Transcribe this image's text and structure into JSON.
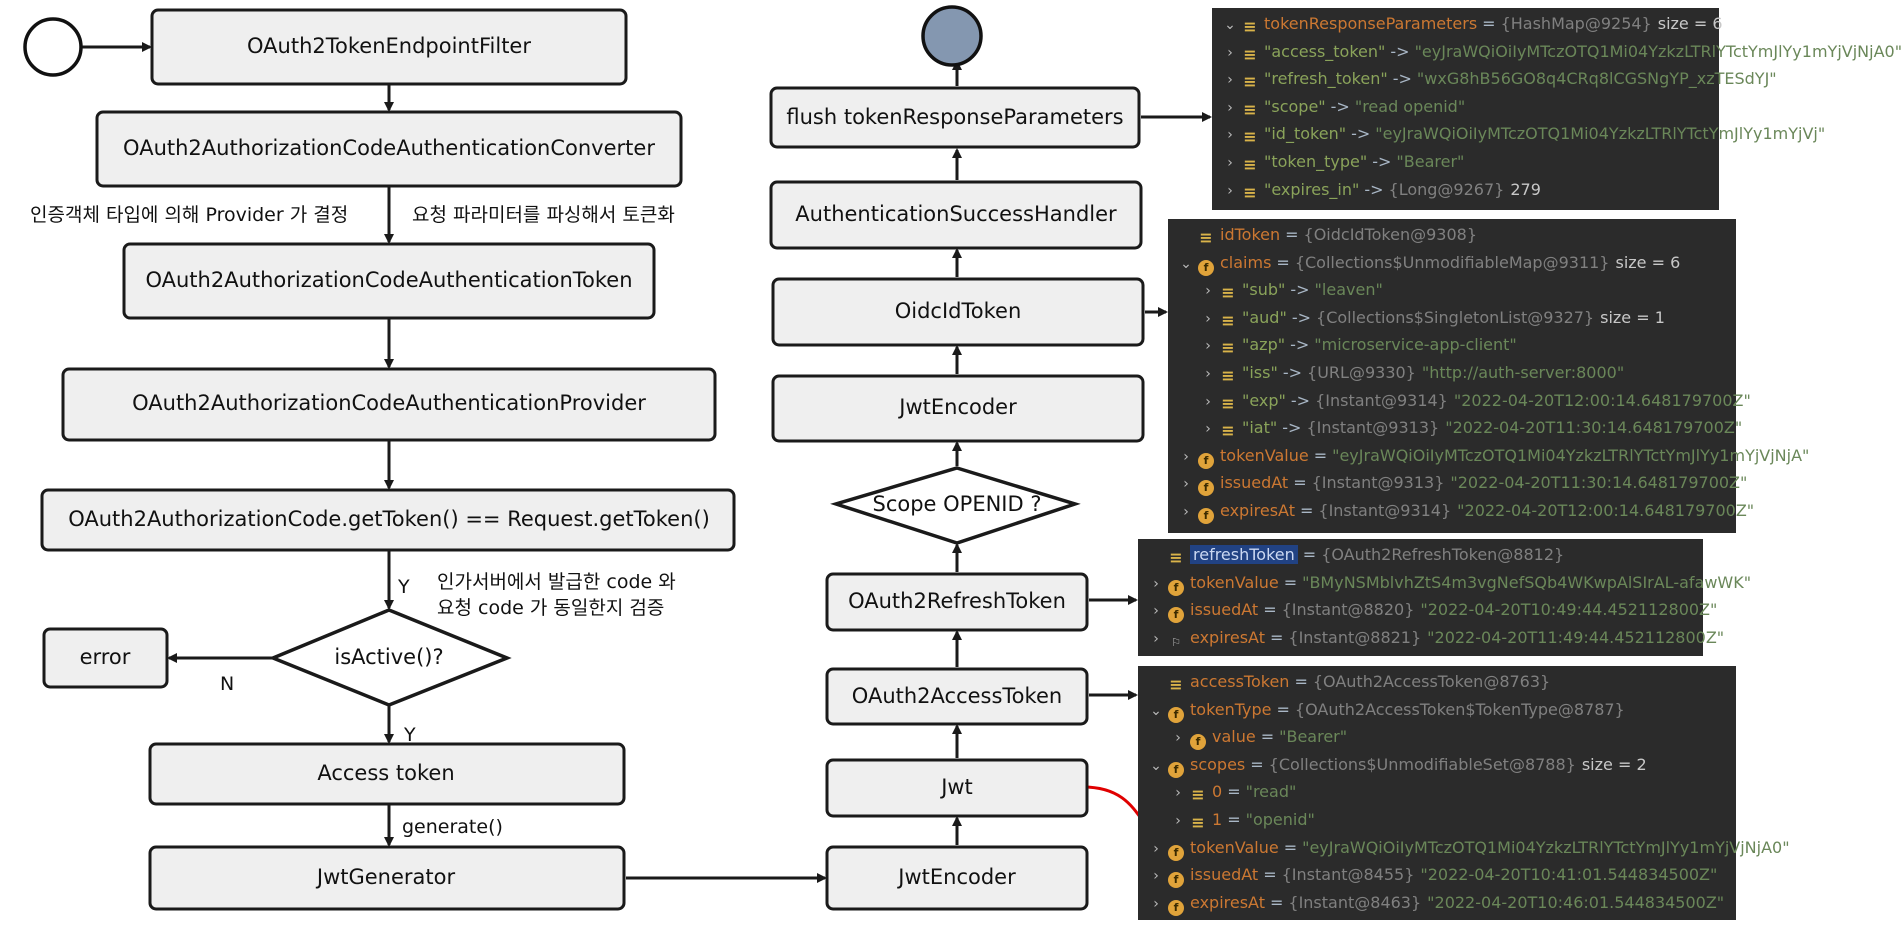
{
  "flow": {
    "endpoint_filter": "OAuth2TokenEndpointFilter",
    "converter": "OAuth2AuthorizationCodeAuthenticationConverter",
    "note_provider": "인증객체 타입에 의해 Provider 가 결정",
    "note_parse": "요청 파라미터를 파싱해서 토큰화",
    "auth_token": "OAuth2AuthorizationCodeAuthenticationToken",
    "provider": "OAuth2AuthorizationCodeAuthenticationProvider",
    "compare": "OAuth2AuthorizationCode.getToken() == Request.getToken()",
    "y_label_1": "Y",
    "verify_note_1": "인가서버에서 발급한 code 와",
    "verify_note_2": "요청 code 가 동일한지 검증",
    "is_active": "isActive()?",
    "error": "error",
    "n_label": "N",
    "y_label_2": "Y",
    "access_token": "Access token",
    "generate": "generate()",
    "jwt_generator": "JwtGenerator",
    "jwt_encoder_1": "JwtEncoder",
    "jwt": "Jwt",
    "oauth2_access_token": "OAuth2AccessToken",
    "oauth2_refresh_token": "OAuth2RefreshToken",
    "scope_openid": "Scope OPENID ?",
    "jwt_encoder_2": "JwtEncoder",
    "oidc_id_token": "OidcIdToken",
    "success_handler": "AuthenticationSuccessHandler",
    "flush": "flush tokenResponseParameters"
  },
  "debug_token_response": {
    "rows": [
      {
        "chev": "v",
        "icon": "list",
        "name": "tokenResponseParameters",
        "sep": "=",
        "ref": "{HashMap@9254}",
        "value": "size = 6",
        "hl": false,
        "str": false
      },
      {
        "chev": ">",
        "icon": "list",
        "name": "\"access_token\"",
        "sep": "->",
        "ref": "",
        "value": "\"eyJraWQiOiIyMTczOTQ1Mi04YzkzLTRlYTctYmJlYy1mYjVjNjA0\"",
        "hl": false,
        "str": true
      },
      {
        "chev": ">",
        "icon": "list",
        "name": "\"refresh_token\"",
        "sep": "->",
        "ref": "",
        "value": "\"wxG8hB56GO8q4CRq8lCGSNgYP_xzTESdYJ\"",
        "hl": false,
        "str": true
      },
      {
        "chev": ">",
        "icon": "list",
        "name": "\"scope\"",
        "sep": "->",
        "ref": "",
        "value": "\"read openid\"",
        "hl": false,
        "str": true
      },
      {
        "chev": ">",
        "icon": "list",
        "name": "\"id_token\"",
        "sep": "->",
        "ref": "",
        "value": "\"eyJraWQiOiIyMTczOTQ1Mi04YzkzLTRlYTctYmJlYy1mYjVj\"",
        "hl": false,
        "str": true
      },
      {
        "chev": ">",
        "icon": "list",
        "name": "\"token_type\"",
        "sep": "->",
        "ref": "",
        "value": "\"Bearer\"",
        "hl": false,
        "str": true
      },
      {
        "chev": ">",
        "icon": "list",
        "name": "\"expires_in\"",
        "sep": "->",
        "ref": "{Long@9267}",
        "value": "279",
        "hl": false,
        "str": true
      }
    ]
  },
  "debug_id_token": {
    "rows": [
      {
        "chev": "",
        "icon": "list",
        "name": "idToken",
        "sep": "=",
        "ref": "{OidcIdToken@9308}",
        "value": "",
        "hl": false,
        "str": false
      },
      {
        "chev": "v",
        "icon": "f",
        "name": "claims",
        "sep": "=",
        "ref": "{Collections$UnmodifiableMap@9311}",
        "value": "size = 6",
        "hl": false,
        "str": false
      },
      {
        "chev": ">",
        "icon": "list",
        "name": "\"sub\"",
        "sep": "->",
        "ref": "",
        "value": "\"leaven\"",
        "hl": false,
        "str": true,
        "indent": 1
      },
      {
        "chev": ">",
        "icon": "list",
        "name": "\"aud\"",
        "sep": "->",
        "ref": "{Collections$SingletonList@9327}",
        "value": "size = 1",
        "hl": false,
        "str": true,
        "indent": 1
      },
      {
        "chev": ">",
        "icon": "list",
        "name": "\"azp\"",
        "sep": "->",
        "ref": "",
        "value": "\"microservice-app-client\"",
        "hl": false,
        "str": true,
        "indent": 1
      },
      {
        "chev": ">",
        "icon": "list",
        "name": "\"iss\"",
        "sep": "->",
        "ref": "{URL@9330}",
        "value": "\"http://auth-server:8000\"",
        "hl": false,
        "str": true,
        "indent": 1
      },
      {
        "chev": ">",
        "icon": "list",
        "name": "\"exp\"",
        "sep": "->",
        "ref": "{Instant@9314}",
        "value": "\"2022-04-20T12:00:14.648179700Z\"",
        "hl": false,
        "str": true,
        "indent": 1
      },
      {
        "chev": ">",
        "icon": "list",
        "name": "\"iat\"",
        "sep": "->",
        "ref": "{Instant@9313}",
        "value": "\"2022-04-20T11:30:14.648179700Z\"",
        "hl": false,
        "str": true,
        "indent": 1
      },
      {
        "chev": ">",
        "icon": "f",
        "name": "tokenValue",
        "sep": "=",
        "ref": "",
        "value": "\"eyJraWQiOiIyMTczOTQ1Mi04YzkzLTRlYTctYmJlYy1mYjVjNjA\"",
        "hl": false,
        "str": false
      },
      {
        "chev": ">",
        "icon": "f",
        "name": "issuedAt",
        "sep": "=",
        "ref": "{Instant@9313}",
        "value": "\"2022-04-20T11:30:14.648179700Z\"",
        "hl": false,
        "str": false
      },
      {
        "chev": ">",
        "icon": "f",
        "name": "expiresAt",
        "sep": "=",
        "ref": "{Instant@9314}",
        "value": "\"2022-04-20T12:00:14.648179700Z\"",
        "hl": false,
        "str": false
      }
    ]
  },
  "debug_refresh_token": {
    "rows": [
      {
        "chev": "",
        "icon": "list",
        "name": "refreshToken",
        "sep": "=",
        "ref": "{OAuth2RefreshToken@8812}",
        "value": "",
        "hl": true,
        "str": false
      },
      {
        "chev": ">",
        "icon": "f",
        "name": "tokenValue",
        "sep": "=",
        "ref": "",
        "value": "\"BMyNSMblvhZtS4m3vgNefSQb4WKwpAlSIrAL-afawWK\"",
        "hl": false,
        "str": false
      },
      {
        "chev": ">",
        "icon": "f",
        "name": "issuedAt",
        "sep": "=",
        "ref": "{Instant@8820}",
        "value": "\"2022-04-20T10:49:44.452112800Z\"",
        "hl": false,
        "str": false
      },
      {
        "chev": ">",
        "icon": "p",
        "name": "expiresAt",
        "sep": "=",
        "ref": "{Instant@8821}",
        "value": "\"2022-04-20T11:49:44.452112800Z\"",
        "hl": false,
        "str": false
      }
    ]
  },
  "debug_access_token": {
    "rows": [
      {
        "chev": "",
        "icon": "list",
        "name": "accessToken",
        "sep": "=",
        "ref": "{OAuth2AccessToken@8763}",
        "value": "",
        "hl": false,
        "str": false
      },
      {
        "chev": "v",
        "icon": "f",
        "name": "tokenType",
        "sep": "=",
        "ref": "{OAuth2AccessToken$TokenType@8787}",
        "value": "",
        "hl": false,
        "str": false
      },
      {
        "chev": ">",
        "icon": "f",
        "name": "value",
        "sep": "=",
        "ref": "",
        "value": "\"Bearer\"",
        "hl": false,
        "str": false,
        "indent": 1
      },
      {
        "chev": "v",
        "icon": "f",
        "name": "scopes",
        "sep": "=",
        "ref": "{Collections$UnmodifiableSet@8788}",
        "value": "size = 2",
        "hl": false,
        "str": false
      },
      {
        "chev": ">",
        "icon": "list",
        "name": "0",
        "sep": "=",
        "ref": "",
        "value": "\"read\"",
        "hl": false,
        "str": false,
        "indent": 1
      },
      {
        "chev": ">",
        "icon": "list",
        "name": "1",
        "sep": "=",
        "ref": "",
        "value": "\"openid\"",
        "hl": false,
        "str": false,
        "indent": 1
      },
      {
        "chev": ">",
        "icon": "f",
        "name": "tokenValue",
        "sep": "=",
        "ref": "",
        "value": "\"eyJraWQiOiIyMTczOTQ1Mi04YzkzLTRlYTctYmJlYy1mYjVjNjA0\"",
        "hl": false,
        "str": false
      },
      {
        "chev": ">",
        "icon": "f",
        "name": "issuedAt",
        "sep": "=",
        "ref": "{Instant@8455}",
        "value": "\"2022-04-20T10:41:01.544834500Z\"",
        "hl": false,
        "str": false
      },
      {
        "chev": ">",
        "icon": "f",
        "name": "expiresAt",
        "sep": "=",
        "ref": "{Instant@8463}",
        "value": "\"2022-04-20T10:46:01.544834500Z\"",
        "hl": false,
        "str": false
      }
    ]
  },
  "colors": {
    "box_fill": "#efefef",
    "box_stroke": "#1a1a1a",
    "end_node_fill": "#8497b0",
    "debug_bg": "#2b2b2b",
    "highlight_arrow": "#e00000"
  }
}
